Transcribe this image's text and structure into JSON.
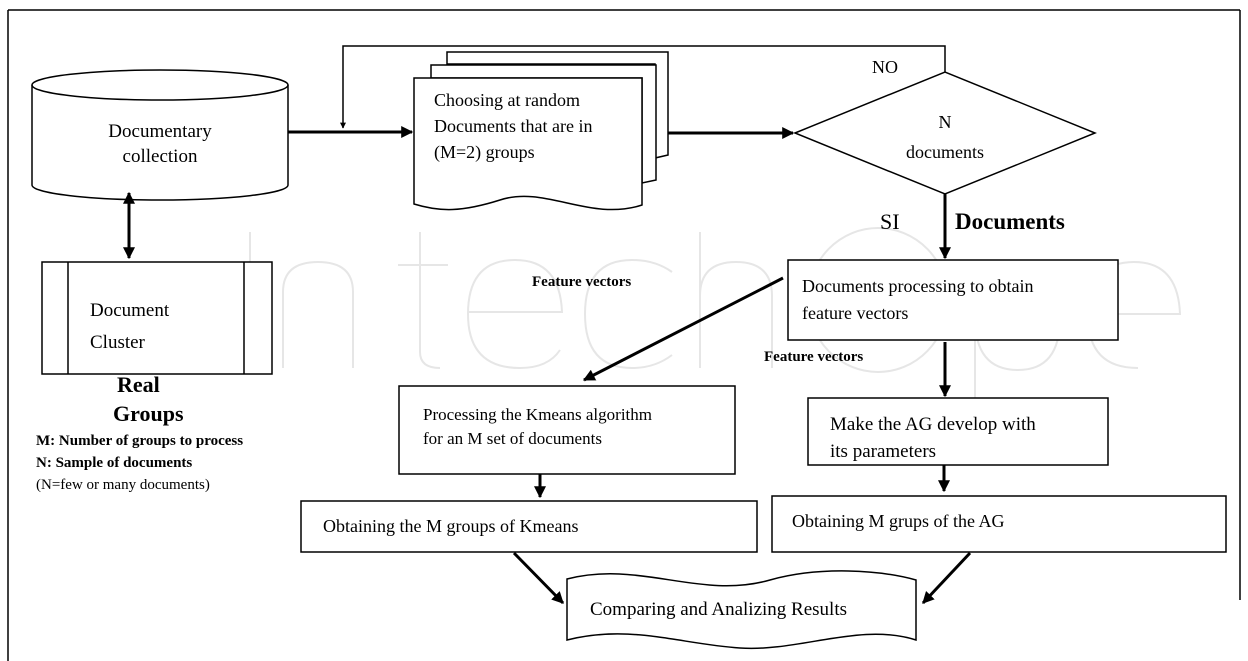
{
  "diagram": {
    "nodes": {
      "documentary_collection": [
        "Documentary",
        "collection"
      ],
      "choosing_random": [
        "Choosing at random",
        "Documents that are in",
        "(M=2)  groups"
      ],
      "decision": [
        "N",
        "documents"
      ],
      "document_cluster": [
        "Document",
        "Cluster"
      ],
      "documents_processing": [
        "Documents processing to obtain",
        "feature vectors"
      ],
      "kmeans_processing": [
        "Processing the Kmeans algorithm",
        "for an  M set of documents"
      ],
      "ag_develop": [
        "Make the AG develop  with",
        "its parameters"
      ],
      "kmeans_groups": "Obtaining the M groups of Kmeans",
      "ag_groups": "Obtaining M grups of the AG",
      "comparing": "Comparing  and Analizing Results"
    },
    "labels": {
      "no": "NO",
      "si": "SI",
      "documents": "Documents",
      "feature_vectors_left": "Feature vectors",
      "feature_vectors_right": "Feature vectors",
      "real_groups": [
        "Real",
        "Groups"
      ],
      "legend": [
        "M: Number of groups to process",
        "N: Sample of documents",
        "(N=few or many documents)"
      ]
    },
    "watermark": "IntechOpen"
  }
}
